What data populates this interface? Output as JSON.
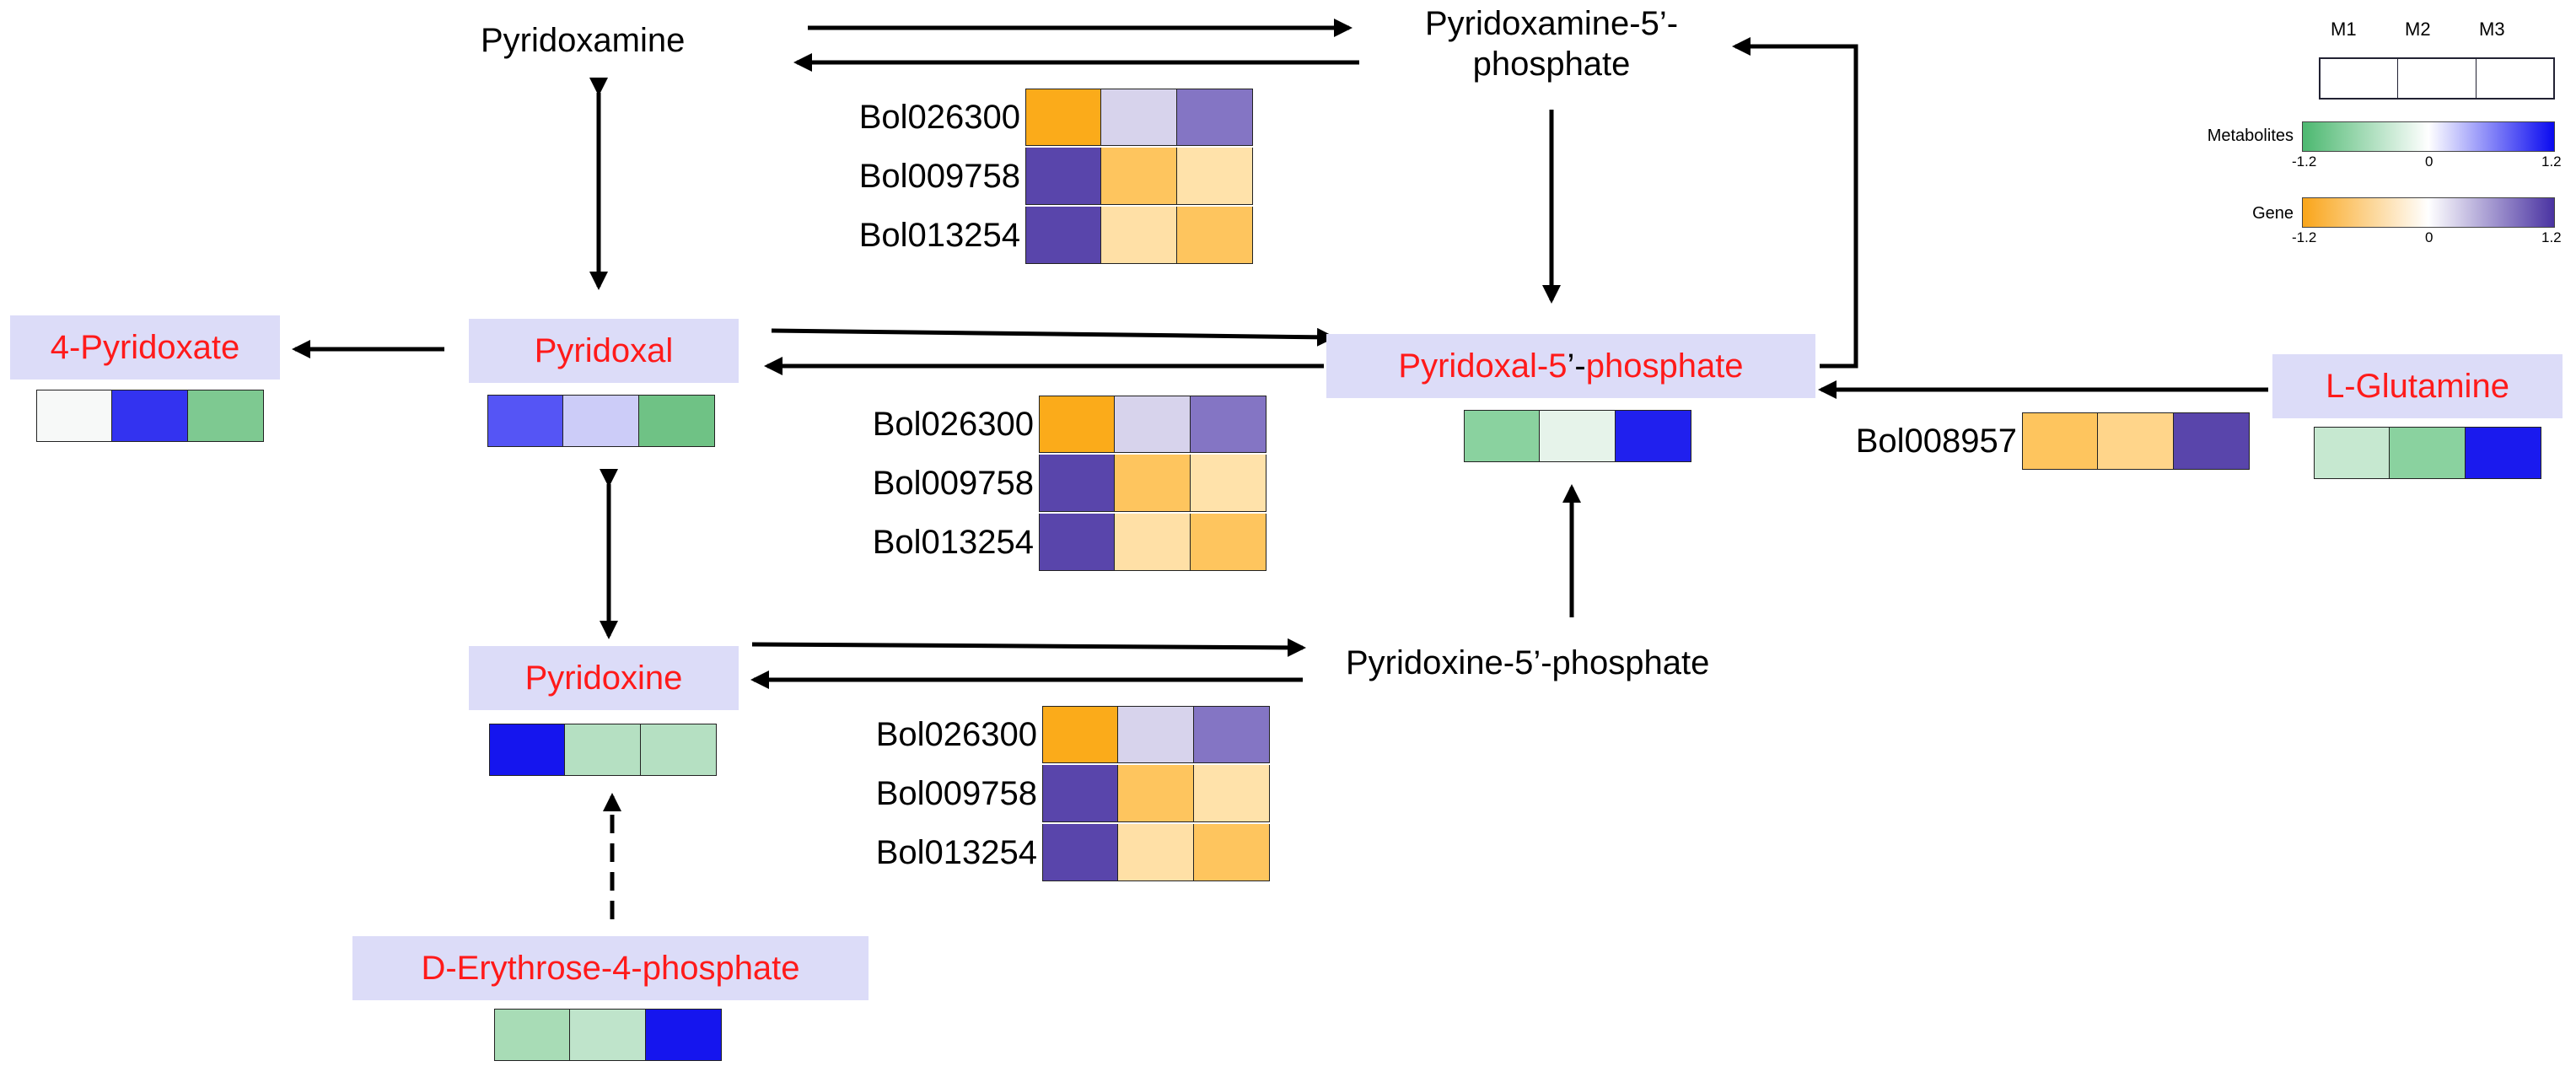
{
  "colors": {
    "node_fill": "#dcdcf8",
    "node_text": "#ff1a1a",
    "arrow": "#000000"
  },
  "nodes": {
    "pyridoxamine": "Pyridoxamine",
    "pyridoxamine_5p_line1": "Pyridoxamine-5’-",
    "pyridoxamine_5p_line2": "phosphate",
    "four_pyridoxate": "4-Pyridoxate",
    "pyridoxal": "Pyridoxal",
    "pyridoxal_5p_red": "Pyridoxal-5",
    "pyridoxal_5p_black": "’-",
    "pyridoxal_5p_red2": "phosphate",
    "l_glutamine": "L-Glutamine",
    "pyridoxine": "Pyridoxine",
    "pyridoxine_5p": "Pyridoxine-5’-phosphate",
    "d_erythrose": "D-Erythrose-4-phosphate"
  },
  "metabolite_strips": {
    "four_pyridoxate": [
      "#f7f9f8",
      "#3333f0",
      "#7ec991"
    ],
    "pyridoxal": [
      "#5555f5",
      "#ccccf8",
      "#6fc285"
    ],
    "pyridoxal_5p": [
      "#8ad29f",
      "#e6f3ea",
      "#2020ee"
    ],
    "l_glutamine": [
      "#c6e8d0",
      "#8ad29f",
      "#1a1aee"
    ],
    "pyridoxine": [
      "#1515ee",
      "#b5e0c2",
      "#b5e0c2"
    ],
    "d_erythrose": [
      "#a8dcb6",
      "#bfe4cb",
      "#1515ee"
    ]
  },
  "gene_tables": {
    "top": [
      {
        "name": "Bol026300",
        "colors": [
          "#fbab1a",
          "#d7d3ec",
          "#8475c4"
        ]
      },
      {
        "name": "Bol009758",
        "colors": [
          "#5945ab",
          "#fec55e",
          "#ffe2aa"
        ]
      },
      {
        "name": "Bol013254",
        "colors": [
          "#5945ab",
          "#ffe0a6",
          "#fec55e"
        ]
      }
    ],
    "middle": [
      {
        "name": "Bol026300",
        "colors": [
          "#fbab1a",
          "#d7d3ec",
          "#8475c4"
        ]
      },
      {
        "name": "Bol009758",
        "colors": [
          "#5945ab",
          "#fec55e",
          "#ffe2aa"
        ]
      },
      {
        "name": "Bol013254",
        "colors": [
          "#5945ab",
          "#ffe0a6",
          "#fec55e"
        ]
      }
    ],
    "bottom": [
      {
        "name": "Bol026300",
        "colors": [
          "#fbab1a",
          "#d7d3ec",
          "#8475c4"
        ]
      },
      {
        "name": "Bol009758",
        "colors": [
          "#5945ab",
          "#fec55e",
          "#ffe2aa"
        ]
      },
      {
        "name": "Bol013254",
        "colors": [
          "#5945ab",
          "#ffe0a6",
          "#fec55e"
        ]
      }
    ],
    "glutamine": [
      {
        "name": "Bol008957",
        "colors": [
          "#fec55e",
          "#ffd58a",
          "#5945ab"
        ]
      }
    ]
  },
  "legend": {
    "columns": [
      "M1",
      "M2",
      "M3"
    ],
    "metabolites_label": "Metabolites",
    "gene_label": "Gene",
    "min": "-1.2",
    "mid": "0",
    "max": "1.2",
    "metabolite_gradient": [
      "#4cb870",
      "#ffffff",
      "#0a0af0"
    ],
    "gene_gradient": [
      "#f9a51a",
      "#ffffff",
      "#4a33a2"
    ]
  }
}
